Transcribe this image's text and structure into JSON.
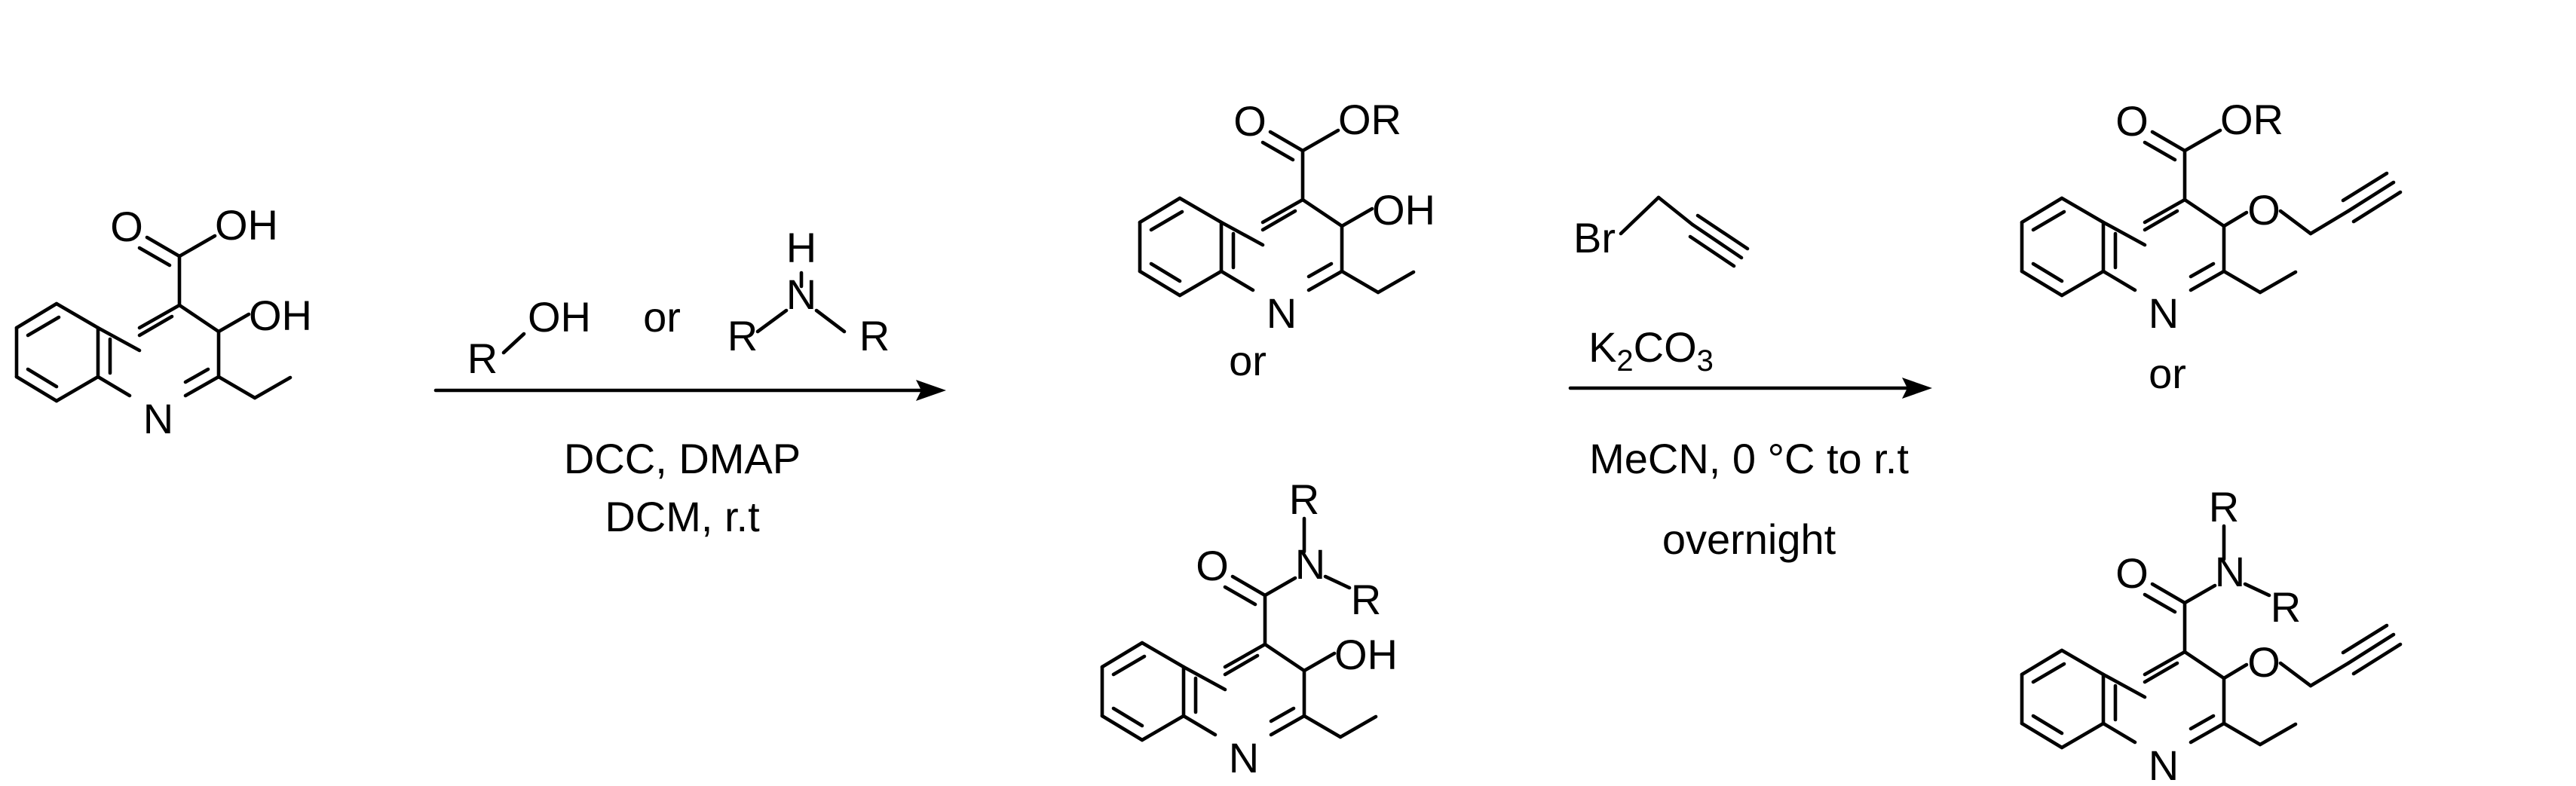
{
  "scheme": {
    "start_material": {
      "atoms": {
        "o_carbonyl": "O",
        "oh_acid": "OH",
        "oh_ring": "OH",
        "n_ring": "N"
      }
    },
    "step1": {
      "reagent_alcohol_r": "R",
      "reagent_alcohol_oh": "OH",
      "or_word": "or",
      "reagent_amine_h": "H",
      "reagent_amine_n": "N",
      "reagent_amine_r1": "R",
      "reagent_amine_r2": "R",
      "conditions_line1": "DCC, DMAP",
      "conditions_line2": "DCM, r.t"
    },
    "intermediate_ester": {
      "atoms": {
        "o_carbonyl": "O",
        "or_group": "OR",
        "oh_ring": "OH",
        "n_ring": "N"
      }
    },
    "intermediate_or_word": "or",
    "intermediate_amide": {
      "atoms": {
        "o_carbonyl": "O",
        "n_amide": "N",
        "r_top": "R",
        "r_right": "R",
        "oh_ring": "OH",
        "n_ring": "N"
      }
    },
    "step2": {
      "reagent_br": "Br",
      "base_k": "K",
      "base_sub_2": "2",
      "base_co": "CO",
      "base_sub_3": "3",
      "conditions_line1": "MeCN, 0 °C to r.t",
      "conditions_line2": "overnight"
    },
    "product_ester": {
      "atoms": {
        "o_carbonyl": "O",
        "or_group": "OR",
        "o_ether": "O",
        "n_ring": "N"
      }
    },
    "product_or_word": "or",
    "product_amide": {
      "atoms": {
        "o_carbonyl": "O",
        "n_amide": "N",
        "r_top": "R",
        "r_right": "R",
        "o_ether": "O",
        "n_ring": "N"
      }
    }
  }
}
